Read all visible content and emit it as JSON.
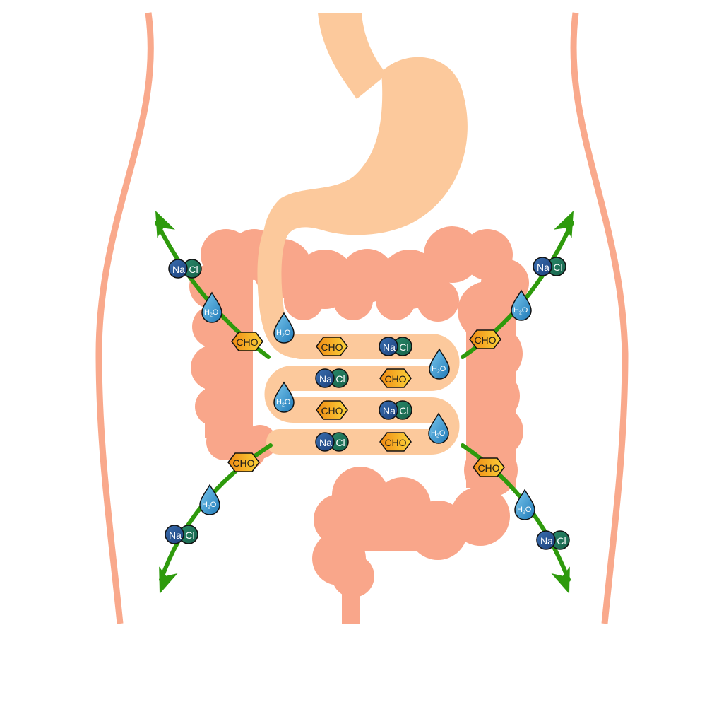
{
  "colors": {
    "body_outline": "#f9a98c",
    "stomach": "#fcc99c",
    "small_intestine": "#fcc99c",
    "large_intestine": "#f9a68a",
    "arrow": "#2e9a0c",
    "sodium_dark": "#1c3f7a",
    "chloride_dark": "#17604a",
    "cho_light": "#fbd33a",
    "cho_dark": "#f08a14",
    "water_light": "#7cc9ef",
    "water_dark": "#1f79b7"
  },
  "labels": {
    "na": "Na",
    "cl": "Cl",
    "cho": "CHO",
    "h": "H",
    "two": "2",
    "o": "O"
  },
  "icons": {
    "salt": "sodium-chloride-molecule-icon",
    "carbohydrate": "carbohydrate-hexagon-icon",
    "water": "water-droplet-icon",
    "arrow": "absorption-arrow-icon"
  }
}
